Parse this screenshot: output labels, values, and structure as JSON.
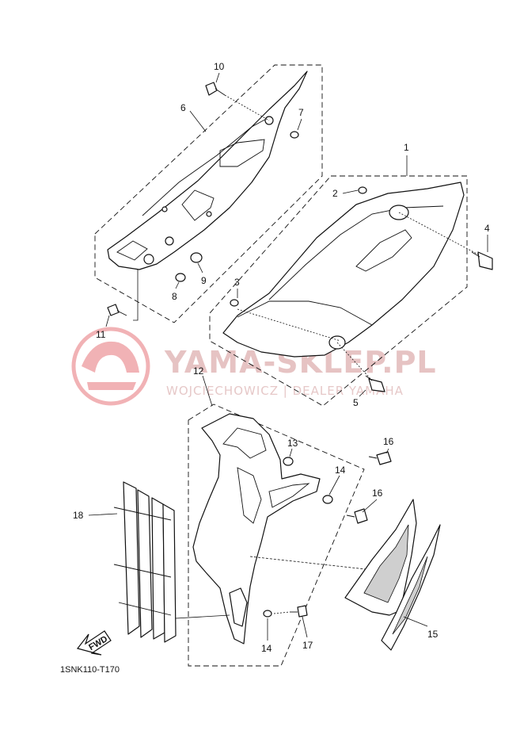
{
  "watermark": {
    "title": "YAMA-SKLEP.PL",
    "subtitle": "WOJCIECHOWICZ | DEALER YAMAHA",
    "brand_color": "#d9262e"
  },
  "diagram_code": "1SNK110-T170",
  "fwd_label": "FWD",
  "callouts": {
    "c1": "1",
    "c2": "2",
    "c3": "3",
    "c4": "4",
    "c5": "5",
    "c6": "6",
    "c7": "7",
    "c8": "8",
    "c9": "9",
    "c10": "10",
    "c11": "11",
    "c12": "12",
    "c13": "13",
    "c14a": "14",
    "c14b": "14",
    "c15": "15",
    "c16a": "16",
    "c16b": "16",
    "c17": "17",
    "c18": "18"
  }
}
